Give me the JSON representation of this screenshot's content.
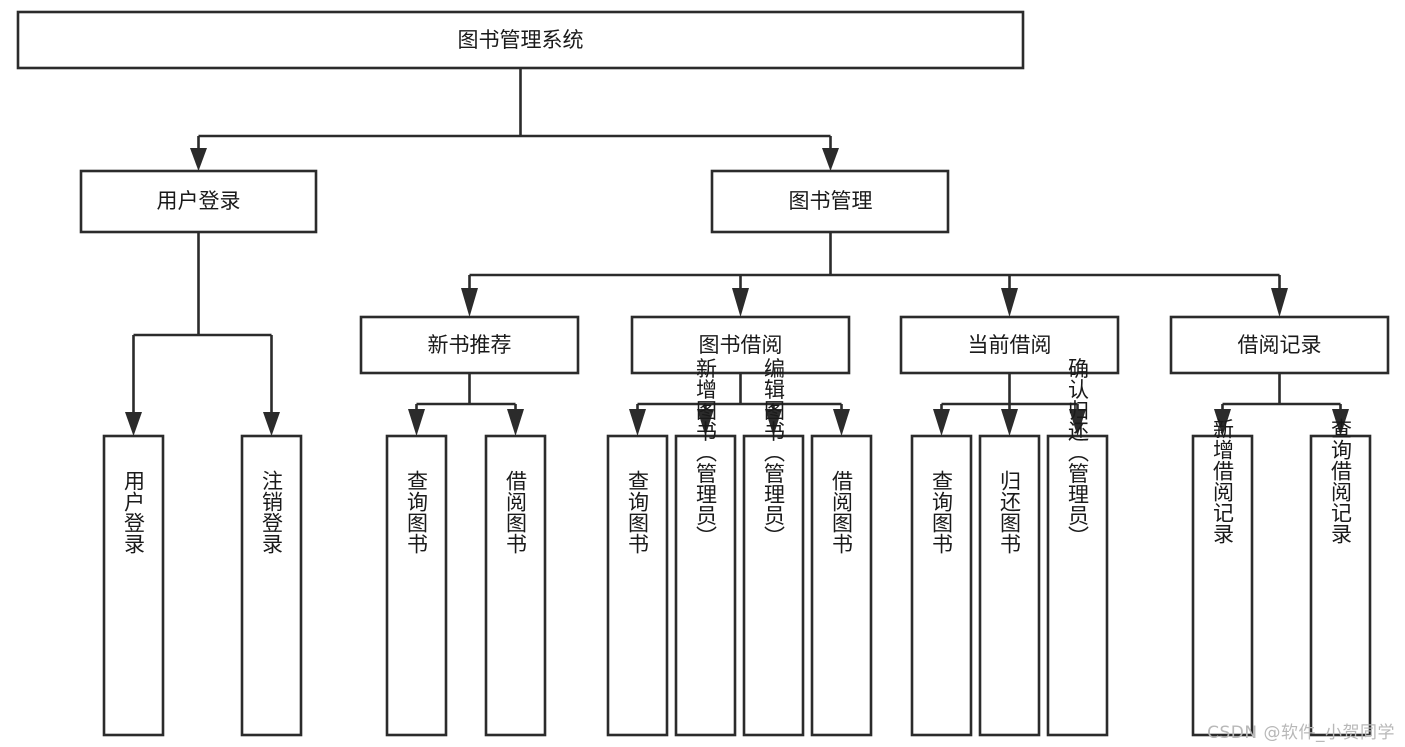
{
  "diagram": {
    "title": "图书管理系统",
    "type": "tree",
    "watermark": "CSDN @软件_小贺同学",
    "accent_color": "#2b2b2b",
    "background_color": "#ffffff",
    "text_color": "#1a1a1a",
    "levels": [
      {
        "level": 1,
        "nodes": [
          {
            "id": "root",
            "label": "图书管理系统",
            "orientation": "horizontal"
          }
        ]
      },
      {
        "level": 2,
        "nodes": [
          {
            "id": "user-login",
            "label": "用户登录",
            "orientation": "horizontal",
            "parent": "root"
          },
          {
            "id": "book-manage",
            "label": "图书管理",
            "orientation": "horizontal",
            "parent": "root"
          }
        ]
      },
      {
        "level": 3,
        "nodes": [
          {
            "id": "new-book-rec",
            "label": "新书推荐",
            "orientation": "horizontal",
            "parent": "book-manage"
          },
          {
            "id": "book-borrow",
            "label": "图书借阅",
            "orientation": "horizontal",
            "parent": "book-manage"
          },
          {
            "id": "current-borrow",
            "label": "当前借阅",
            "orientation": "horizontal",
            "parent": "book-manage"
          },
          {
            "id": "borrow-record",
            "label": "借阅记录",
            "orientation": "horizontal",
            "parent": "book-manage"
          }
        ]
      },
      {
        "level": 4,
        "nodes": [
          {
            "id": "leaf-user-login",
            "label": "用户登录",
            "orientation": "vertical",
            "parent": "user-login"
          },
          {
            "id": "leaf-user-logout",
            "label": "注销登录",
            "orientation": "vertical",
            "parent": "user-login"
          },
          {
            "id": "leaf-query-book-1",
            "label": "查询图书",
            "orientation": "vertical",
            "parent": "new-book-rec"
          },
          {
            "id": "leaf-borrow-book-1",
            "label": "借阅图书",
            "orientation": "vertical",
            "parent": "new-book-rec"
          },
          {
            "id": "leaf-query-book-2",
            "label": "查询图书",
            "orientation": "vertical",
            "parent": "book-borrow"
          },
          {
            "id": "leaf-add-book",
            "label": "新增图书（管理员）",
            "orientation": "vertical",
            "parent": "book-borrow"
          },
          {
            "id": "leaf-edit-book",
            "label": "编辑图书（管理员）",
            "orientation": "vertical",
            "parent": "book-borrow"
          },
          {
            "id": "leaf-borrow-book-2",
            "label": "借阅图书",
            "orientation": "vertical",
            "parent": "book-borrow"
          },
          {
            "id": "leaf-query-book-3",
            "label": "查询图书",
            "orientation": "vertical",
            "parent": "current-borrow"
          },
          {
            "id": "leaf-return-book",
            "label": "归还图书",
            "orientation": "vertical",
            "parent": "current-borrow"
          },
          {
            "id": "leaf-confirm-return",
            "label": "确认归还（管理员）",
            "orientation": "vertical",
            "parent": "current-borrow"
          },
          {
            "id": "leaf-add-record",
            "label": "新增借阅记录",
            "orientation": "vertical",
            "parent": "borrow-record"
          },
          {
            "id": "leaf-query-record",
            "label": "查询借阅记录",
            "orientation": "vertical",
            "parent": "borrow-record"
          }
        ]
      }
    ]
  }
}
